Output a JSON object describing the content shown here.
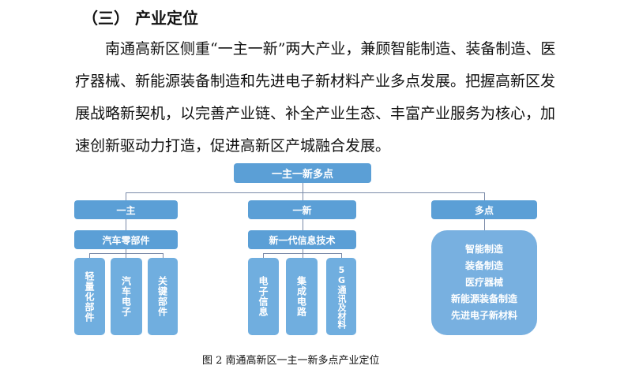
{
  "heading": "（三）  产业定位",
  "paragraph": "南通高新区侧重“一主一新”两大产业，兼顾智能制造、装备制造、医疗器械、新能源装备制造和先进电子新材料产业多点发展。把握高新区发展战略新契机，以完善产业链、补全产业生态、丰富产业服务为核心，加速创新驱动力打造，促进高新区产城融合发展。",
  "diagram": {
    "root": "一主一新多点",
    "zhu": {
      "label": "一主",
      "sub": "汽车零部件",
      "leaves": [
        "轻量化部件",
        "汽车电子",
        "关键部件"
      ]
    },
    "xin": {
      "label": "一新",
      "sub": "新一代信息技术",
      "leaves": [
        "电子信息",
        "集成电路",
        "5G通讯及材料"
      ]
    },
    "duo": {
      "label": "多点",
      "items": [
        "智能制造",
        "装备制造",
        "医疗器械",
        "新能源装备制造",
        "先进电子新材料"
      ]
    }
  },
  "caption": "图 2  南通高新区一主一新多点产业定位"
}
